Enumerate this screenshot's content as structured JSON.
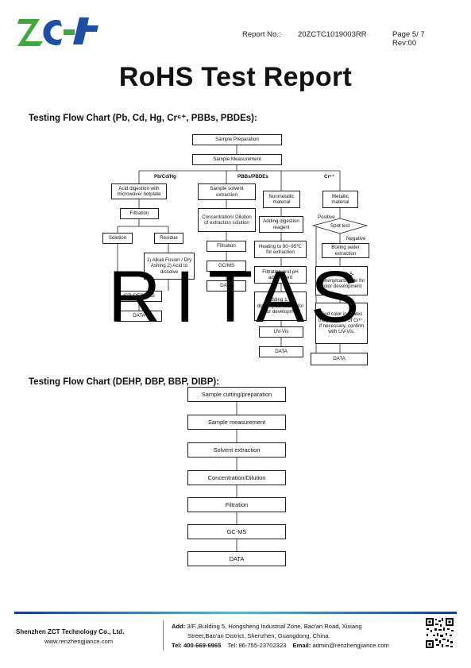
{
  "header": {
    "report_no_label": "Report No.:",
    "report_no": "20ZCTC1019003RR",
    "page": "Page 5/ 7",
    "rev": "Rev:00"
  },
  "title": "RoHS Test Report",
  "section1": {
    "title": "Testing Flow Chart (Pb, Cd, Hg, Cr⁶⁺, PBBs, PBDEs):"
  },
  "flow1": {
    "sample_prep": "Sample Preparation",
    "sample_meas": "Sample Measurement",
    "branch_a": "Pb/Cd/Hg",
    "branch_b": "PBBs/PBDEs",
    "branch_c": "Cr⁶⁺",
    "acid_digestion": "Acid digestion with microwave/ hotplate",
    "filtration_a": "Filtration",
    "solution": "Solution",
    "residue": "Residue",
    "alkali": "1) Alkali Fusion / Dry Ashing 2) Acid to dissolve",
    "icp": "ICP-OES/AAS",
    "data_a": "DATA",
    "solvent_extraction_b": "Sample solvent extraction",
    "concentration_b": "Concentration/ Dilution of extraction solution",
    "filtration_b": "Filtration",
    "gcms_b": "GC/MS",
    "data_b": "DATA",
    "nonmetallic": "Nonmetallic material",
    "adding_digestion": "Adding digestion reagent",
    "heating": "Heating to 90~95℃ for extraction",
    "filtration_ph": "Filtration and pH adjustment",
    "adding_dpc_c1": "Adding 1,5-diphenylcarbazide for color development",
    "uvvis": "UV-Vis",
    "data_c1": "DATA",
    "metallic": "Metallic material",
    "positive": "Positive",
    "spot_test": "Spot test",
    "negative": "Negative",
    "boiling": "Boiling water extraction",
    "adding_dpc_c2": "Adding 1,5-diphenylcarbazide for color development",
    "red_color": "Red color indicates the presence of Cr⁶⁺, if necessary, confirm with UV-Vis.",
    "data_c2": "DATA"
  },
  "watermark": [
    "R",
    "I",
    "T",
    "A",
    "S"
  ],
  "section2": {
    "title": "Testing Flow Chart (DEHP, DBP, BBP, DIBP):"
  },
  "flow2": {
    "steps": [
      "Sample cutting/preparation",
      "Sample measurement",
      "Solvent extraction",
      "Concentration/Dilution",
      "Filtration",
      "GC-MS",
      "DATA"
    ]
  },
  "footer": {
    "company": "Shenzhen ZCT Technology Co., Ltd.",
    "website": "www.renzhengjiance.com",
    "add_label": "Add:",
    "address1": "3/F.,Building 5, Hongsheng Industrial Zone, Bao'an Road, Xixiang",
    "address2": "Street,Bao'an District, Shenzhen, Guangdong, China.",
    "tel_label": "Tel:",
    "tel": "400-669-6965",
    "tel2_label": "Tel:",
    "tel2": "86-755-23702323",
    "email_label": "Email:",
    "email": "admin@renzhengjiance.com"
  },
  "colors": {
    "logo_green": "#3fa83a",
    "logo_blue": "#1e4fa8",
    "footer_blue": "#1a3a8a"
  }
}
